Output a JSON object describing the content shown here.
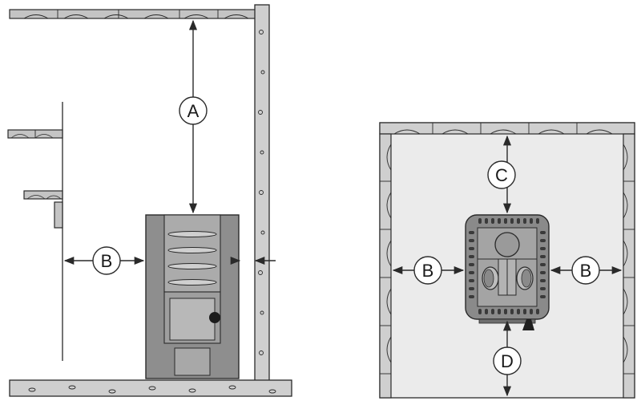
{
  "labels": {
    "a": "A",
    "b_side": "B",
    "b_left": "B",
    "b_right": "B",
    "c": "C",
    "d": "D"
  },
  "colors": {
    "line": "#2a2a2a",
    "wood": "#bdbdbd",
    "heater_body": "#8a8a8a",
    "heater_panel": "#a7a7a7",
    "plan_floor": "#ebebeb",
    "wall_fill": "#d6d6d6"
  }
}
